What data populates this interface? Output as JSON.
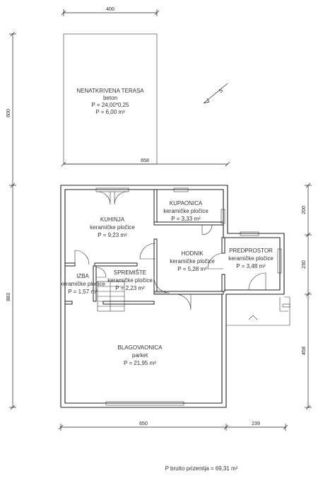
{
  "dimensions": {
    "top": "400",
    "left_upper": "600",
    "left_lower": "883",
    "terrace_width": "658",
    "right_a": "200",
    "right_b": "230",
    "right_c": "458",
    "bottom_a": "650",
    "bottom_b": "239"
  },
  "rooms": {
    "terrace": {
      "name": "NENATKRIVENA TERASA",
      "material": "beton",
      "area_calc": "P = 24,00*0,25",
      "area": "P = 6,00 m²"
    },
    "kuhinja": {
      "name": "KUHINJA",
      "material": "keramičke pločice",
      "area": "P = 9,23 m²"
    },
    "kupaonica": {
      "name": "KUPAONICA",
      "material": "keramičke pločice",
      "area": "P = 3,33 m²"
    },
    "hodnik": {
      "name": "HODNIK",
      "material": "keramičke pločice",
      "area": "P = 5,28 m²"
    },
    "predprostor": {
      "name": "PREDPROSTOR",
      "material": "keramičke pločice",
      "area": "P = 3,48 m²"
    },
    "izba": {
      "name": "IZBA",
      "material": "keramičke pločice",
      "area": "P = 1,57 m²"
    },
    "spremiste": {
      "name": "SPREMIŠTE",
      "material": "keramičke pločice",
      "area": "P = 2,23 m²"
    },
    "blagovaonica": {
      "name": "BLAGOVAONICA",
      "material": "parket",
      "area": "P = 21,95 m²"
    }
  },
  "north_label": "S",
  "total": "P brutto  prizemlja = 69,31 m²"
}
